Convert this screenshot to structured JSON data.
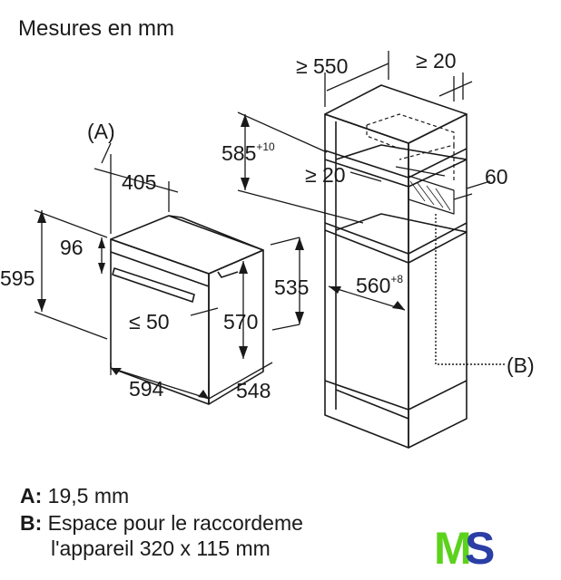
{
  "title": "Mesures en mm",
  "colors": {
    "line": "#1a1a1a",
    "logo_m": "#5bd21c",
    "logo_s": "#2a3ea5"
  },
  "dimensions": {
    "A_label": "(A)",
    "B_label": "(B)",
    "d405": "405",
    "d96": "96",
    "d595": "595",
    "d535": "535",
    "d570": "570",
    "d594": "594",
    "d548": "548",
    "d50": "≤ 50",
    "d550": "≥ 550",
    "d20_top": "≥ 20",
    "d585": "585",
    "d585_tol": "+10",
    "d20_mid": "≥ 20",
    "d60": "60",
    "d560": "560",
    "d560_tol": "+8"
  },
  "legend": {
    "a_key": "A:",
    "a_text": "19,5 mm",
    "b_key": "B:",
    "b_text": "Espace pour le raccordeme",
    "b_text2": "l'appareil 320 x 115 mm"
  },
  "logo": {
    "m": "M",
    "s": "S"
  }
}
